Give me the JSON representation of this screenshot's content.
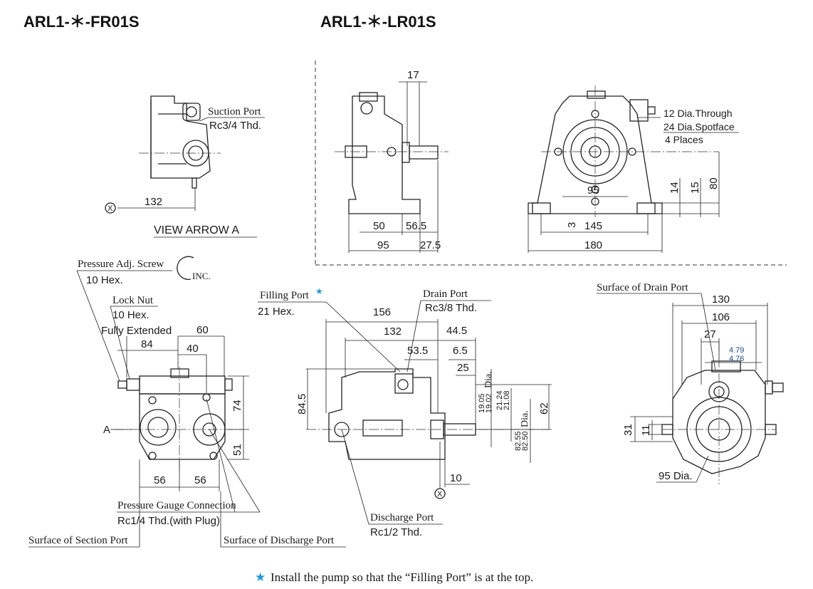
{
  "titles": {
    "fr": "ARL1-＊-FR01S",
    "lr": "ARL1-＊-LR01S"
  },
  "view_arrow": "VIEW ARROW A",
  "suction_port": {
    "label": "Suction Port",
    "spec": "Rc3/4 Thd."
  },
  "mount_holes": {
    "line1": "12 Dia.Through",
    "line2": "24 Dia.Spotface",
    "line3": "4 Places"
  },
  "pressure_adj": {
    "label": "Pressure Adj. Screw",
    "spec": "10 Hex.",
    "inc": "INC."
  },
  "lock_nut": {
    "label": "Lock Nut",
    "spec": "10 Hex.",
    "note": "Fully Extended"
  },
  "filling_port": {
    "label": "Filling Port",
    "star": "★",
    "spec": "21 Hex."
  },
  "drain_port": {
    "label": "Drain Port",
    "spec": "Rc3/8 Thd."
  },
  "surface_drain": "Surface of Drain Port",
  "gauge": {
    "label": "Pressure Gauge Connection",
    "spec": "Rc1/4 Thd.(with Plug)"
  },
  "discharge_port": {
    "label": "Discharge Port",
    "spec": "Rc1/2 Thd."
  },
  "surface_section": "Surface of Section Port",
  "surface_discharge": "Surface of Discharge Port",
  "arrow_a": "A",
  "x_mark": "X",
  "dia_label": "Dia.",
  "dims": {
    "d17": "17",
    "d132a": "132",
    "d95a": "95",
    "d14": "14",
    "d15": "15",
    "d80": "80",
    "d50": "50",
    "d56_5": "56.5",
    "d3": "3",
    "d145": "145",
    "d95b": "95",
    "d27_5": "27.5",
    "d180": "180",
    "d60": "60",
    "d84": "84",
    "d40": "40",
    "d156": "156",
    "d132b": "132",
    "d44_5": "44.5",
    "d53_5": "53.5",
    "d6_5": "6.5",
    "d25": "25",
    "d130": "130",
    "d106": "106",
    "d27": "27",
    "d4_79": "4.79",
    "d4_76": "4.76",
    "d84_5": "84.5",
    "d74": "74",
    "d51": "51",
    "d62": "62",
    "d19_05": "19.05",
    "d19_02": "19.02",
    "d21_24": "21.24",
    "d21_08": "21.08",
    "d82_55": "82.55",
    "d82_50": "82.50",
    "d31": "31",
    "d11": "11",
    "d95dia": "95 Dia.",
    "d56a": "56",
    "d56b": "56",
    "d10": "10"
  },
  "footer": {
    "star": "★",
    "text": " Install the pump so that the “Filling Port” is at the top."
  },
  "colors": {
    "star": "#1a9ad6"
  }
}
